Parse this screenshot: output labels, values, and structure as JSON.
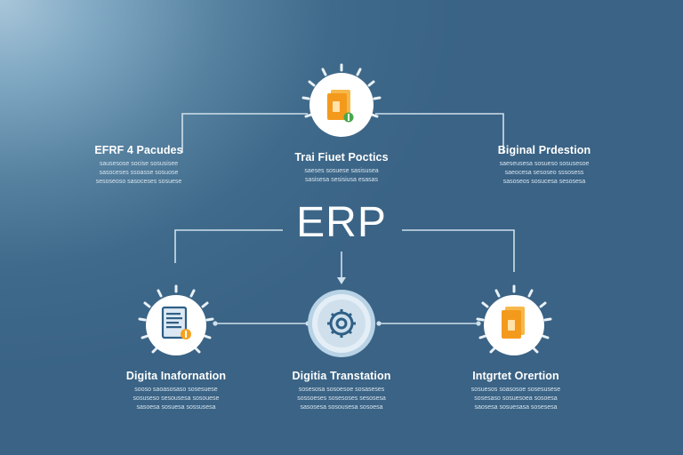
{
  "diagram": {
    "title": "ERP",
    "nodes": [
      {
        "id": "top-center",
        "title": "Trai Fiuet Poctics",
        "desc": "saeses  sosuese  sasisusea\nsasisesa  sesisiusa  esasas",
        "icon": "stacked-app-icon",
        "accent": "#f5a31f"
      },
      {
        "id": "top-left",
        "title": "EFRF 4 Pacudes",
        "desc": "sausesose  socise  sosusisee\nsasoceses  ssoasse  sosuose\nsesoseoso  sasoceses  sosuese",
        "icon": "none",
        "accent": "#ffffff"
      },
      {
        "id": "top-right",
        "title": "Biginal Prdestion",
        "desc": "saeseusesa  sosueso  sosusesoe\nsaeocesa  sesoseo  sssosess\nsasoseos  sosucesa  sesosesa",
        "icon": "none",
        "accent": "#ffffff"
      },
      {
        "id": "bottom-left",
        "title": "Digita Inafornation",
        "desc": "sooso  saoasosaso  sosesuese\nsosuseso  sesousesa  sosouese\nsasoesa  sosuesa  sossusesa",
        "icon": "document-icon",
        "accent": "#f5a31f"
      },
      {
        "id": "bottom-center",
        "title": "Digitia Transtation",
        "desc": "sosesosa  sosoesoe  sosaseses\nsossoeses  sosesoses  sesosesa\nsasosesa  sosousesa  sosoesa",
        "icon": "gear-cycle-icon",
        "accent": "#2f5f86"
      },
      {
        "id": "bottom-right",
        "title": "Intgrtet Orertion",
        "desc": "sosuesos  soasosoe  sosesusese\nsosesaso  sosuesoea  sosoesa\nsaosesa  sosuesasa  sosesesa",
        "icon": "stacked-app-icon",
        "accent": "#f5a31f"
      }
    ]
  }
}
